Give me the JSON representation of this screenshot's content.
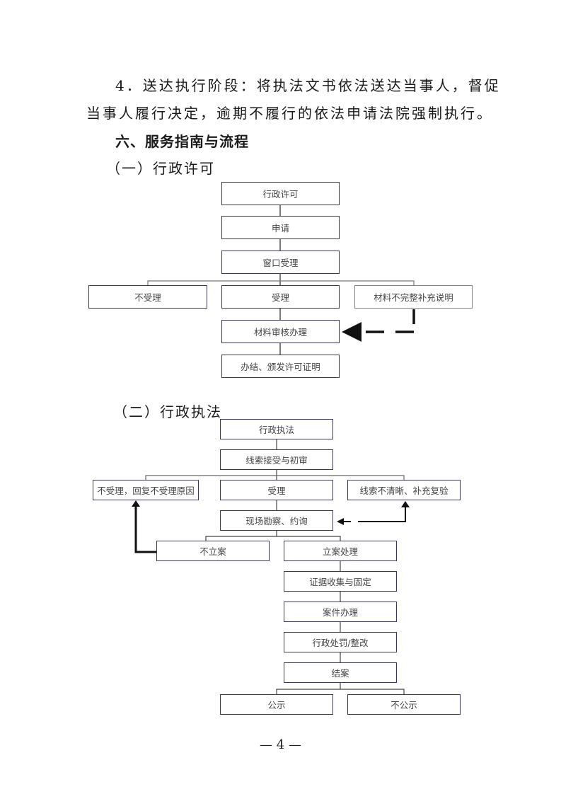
{
  "paragraph": {
    "line1": "4．送达执行阶段：将执法文书依法送达当事人，督促",
    "line2": "当事人履行决定，逾期不履行的依法申请法院强制执行。"
  },
  "section_heading": "六、服务指南与流程",
  "flow1": {
    "heading": "（一）行政许可",
    "nodes": {
      "start": "行政许可",
      "apply": "申请",
      "window": "窗口受理",
      "reject": "不受理",
      "accept": "受理",
      "supplement": "材料不完整补充说明",
      "review": "材料审核办理",
      "issue": "办结、颁发许可证明"
    },
    "colors": {
      "highlight_border": "#e05a5a",
      "box_border": "#3a3a55"
    }
  },
  "flow2": {
    "heading": "（二）行政执法",
    "nodes": {
      "start": "行政执法",
      "clue": "线索接受与初审",
      "reject": "不受理，回复不受理原因",
      "accept": "受理",
      "unclear": "线索不清晰、补充复验",
      "inspect": "现场勘察、约询",
      "no_case": "不立案",
      "file_case": "立案处理",
      "evidence": "证据收集与固定",
      "handle": "案件办理",
      "penalty": "行政处罚/整改",
      "close": "结案",
      "publish": "公示",
      "no_publish": "不公示"
    }
  },
  "page_number": "— 4 —"
}
